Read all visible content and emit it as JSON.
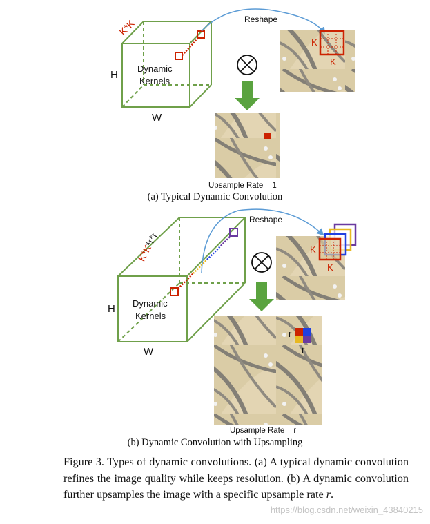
{
  "panel_a": {
    "reshape_label": "Reshape",
    "kk_label": "K*K",
    "h_label": "H",
    "w_label": "W",
    "kernels_line1": "Dynamic",
    "kernels_line2": "Kernels",
    "k_label_1": "K",
    "k_label_2": "K",
    "rate_label": "Upsample Rate = 1",
    "subcaption": "(a) Typical Dynamic Convolution"
  },
  "panel_b": {
    "reshape_label": "Reshape",
    "kkrr_label_red": "K*K",
    "kkrr_label_black": "*r*r",
    "h_label": "H",
    "w_label": "W",
    "kernels_line1": "Dynamic",
    "kernels_line2": "Kernels",
    "k_label_1": "K",
    "k_label_2": "K",
    "r_label_1": "r",
    "r_label_2": "r",
    "rate_label": "Upsample Rate = r",
    "subcaption": "(b) Dynamic Convolution with Upsampling"
  },
  "caption": {
    "text": "Figure 3. Types of dynamic convolutions. (a) A typical dynamic convolution refines the image quality while keeps resolution. (b) A dynamic convolution further upsamples the image with a specific upsample rate ",
    "var": "r",
    "end": "."
  },
  "watermark": "https://blog.csdn.net/weixin_43840215",
  "colors": {
    "cube_green": "#6fa04a",
    "kernel_red": "#cc2200",
    "arrow_blue": "#5b9bd5",
    "down_arrow_green": "#5aa33f",
    "kernel_blue": "#2040e0",
    "kernel_yellow": "#e8b820",
    "kernel_purple": "#6a3aa0"
  }
}
